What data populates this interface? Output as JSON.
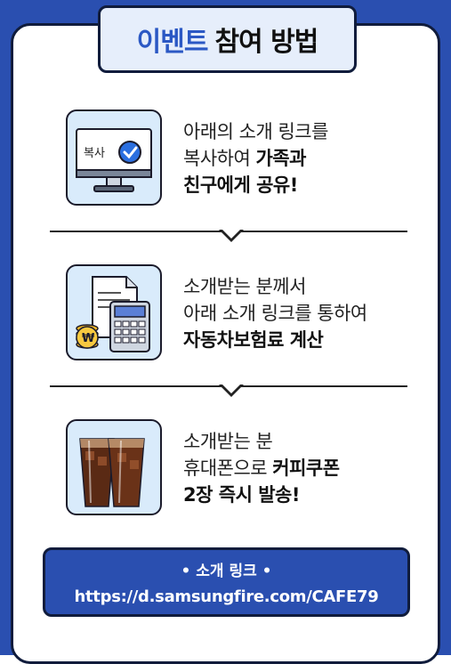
{
  "header": {
    "title_part1": "이벤트",
    "title_part2": "참여 방법"
  },
  "steps": [
    {
      "icon": "monitor-copy-icon",
      "icon_label": "복사",
      "line1": "아래의 소개 링크를",
      "line2_normal": "복사하여 ",
      "line2_bold": "가족과",
      "line3_bold": "친구에게 공유!"
    },
    {
      "icon": "calculator-document-icon",
      "coin_symbol": "₩",
      "line1": "소개받는 분께서",
      "line2_normal": "아래 소개 링크를 통하여",
      "line3_bold": "자동차보험료 계산"
    },
    {
      "icon": "iced-coffee-icon",
      "line1": "소개받는 분",
      "line2_normal": "휴대폰으로 ",
      "line2_bold": "커피쿠폰",
      "line3_bold": "2장 즉시 발송!"
    }
  ],
  "link": {
    "title": "• 소개 링크 •",
    "url": "https://d.samsungfire.com/CAFE79"
  },
  "colors": {
    "brand_blue": "#2a4fb0",
    "accent_blue": "#2b58c4",
    "outline": "#101c3c"
  }
}
